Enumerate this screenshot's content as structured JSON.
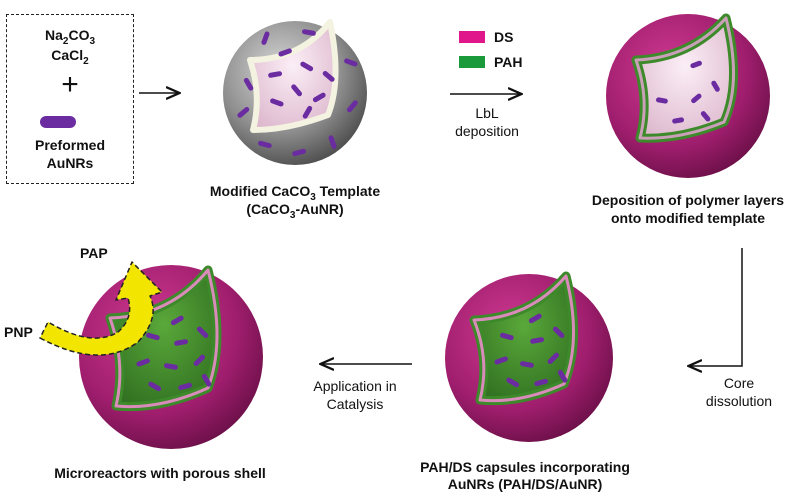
{
  "reagents": {
    "line1": "Na",
    "line1_sub": "2",
    "line1_rest": "CO",
    "line1_sub2": "3",
    "line2": "CaCl",
    "line2_sub": "2",
    "plus": "+",
    "preformed": "Preformed",
    "aunrs": "AuNRs"
  },
  "legend": {
    "ds_label": "DS",
    "ds_color": "#e0178a",
    "pah_label": "PAH",
    "pah_color": "#1a9a3a"
  },
  "steps": {
    "template_line1_a": "Modified CaCO",
    "template_line1_sub": "3",
    "template_line1_b": " Template",
    "template_line2_a": "(CaCO",
    "template_line2_sub": "3",
    "template_line2_b": "-AuNR)",
    "lbl_lbl1": "LbL",
    "lbl_lbl2": "deposition",
    "deposition_line1": "Deposition of polymer layers",
    "deposition_line2": "onto modified template",
    "core_line1": "Core",
    "core_line2": "dissolution",
    "capsule_line1": "PAH/DS capsules incorporating",
    "capsule_line2": "AuNRs (PAH/DS/AuNR)",
    "catalysis_line1": "Application in",
    "catalysis_line2": "Catalysis",
    "microreactor": "Microreactors with porous shell",
    "pap": "PAP",
    "pnp": "PNP"
  },
  "colors": {
    "aunr": "#6a2ca0",
    "shell": "#b8287e",
    "green": "#3d8a2a",
    "gray": "#8a8a8a"
  }
}
